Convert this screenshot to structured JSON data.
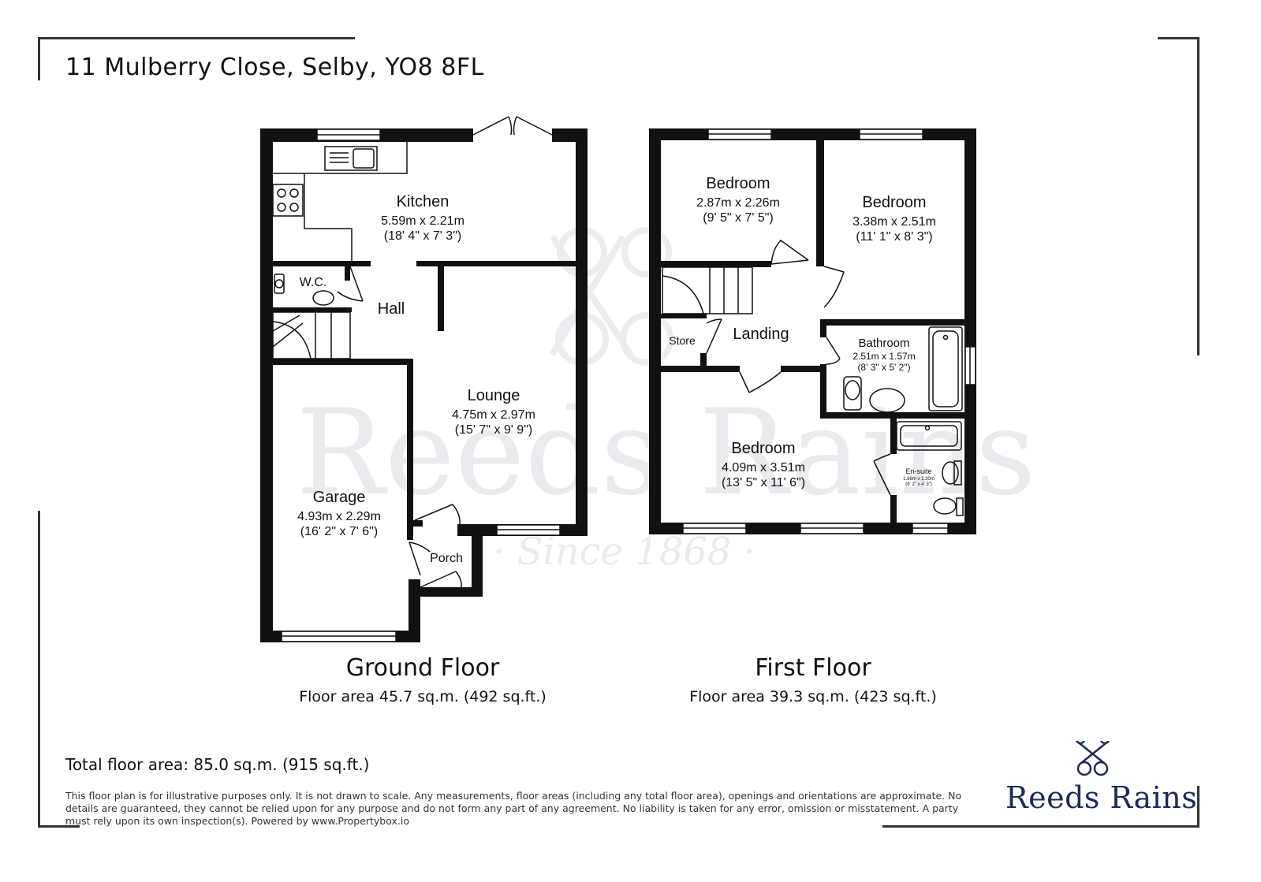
{
  "address": "11 Mulberry Close, Selby, YO8 8FL",
  "watermark": {
    "brand": "Reeds Rains",
    "since": "· Since 1868 ·"
  },
  "ground_floor": {
    "title": "Ground Floor",
    "area": "Floor area 45.7 sq.m. (492 sq.ft.)",
    "rooms": {
      "kitchen": {
        "name": "Kitchen",
        "metric": "5.59m x 2.21m",
        "imperial": "(18' 4\" x 7' 3\")"
      },
      "wc": {
        "name": "W.C."
      },
      "hall": {
        "name": "Hall"
      },
      "lounge": {
        "name": "Lounge",
        "metric": "4.75m x 2.97m",
        "imperial": "(15' 7\" x 9' 9\")"
      },
      "garage": {
        "name": "Garage",
        "metric": "4.93m x 2.29m",
        "imperial": "(16' 2\" x 7' 6\")"
      },
      "porch": {
        "name": "Porch"
      }
    }
  },
  "first_floor": {
    "title": "First Floor",
    "area": "Floor area 39.3 sq.m. (423 sq.ft.)",
    "rooms": {
      "bedroom1": {
        "name": "Bedroom",
        "metric": "2.87m x 2.26m",
        "imperial": "(9' 5\" x 7' 5\")"
      },
      "bedroom2": {
        "name": "Bedroom",
        "metric": "3.38m x 2.51m",
        "imperial": "(11' 1\" x 8' 3\")"
      },
      "store": {
        "name": "Store"
      },
      "landing": {
        "name": "Landing"
      },
      "bathroom": {
        "name": "Bathroom",
        "metric": "2.51m x 1.57m",
        "imperial": "(8' 3\" x 5' 2\")"
      },
      "bedroom3": {
        "name": "Bedroom",
        "metric": "4.09m x 3.51m",
        "imperial": "(13' 5\" x 11' 6\")"
      },
      "ensuite": {
        "name": "En-suite",
        "metric": "1.88m x 1.30m",
        "imperial": "(6' 2\" x 4' 3\")"
      }
    }
  },
  "total_area": "Total floor area: 85.0 sq.m. (915 sq.ft.)",
  "disclaimer": "This floor plan is for illustrative purposes only. It is not drawn to scale. Any measurements, floor areas (including any total floor area), openings and orientations are approximate. No details are guaranteed, they cannot be relied upon for any purpose and do not form any part of any agreement. No liability is taken for any error, omission or misstatement. A party must rely upon its own inspection(s). Powered by www.Propertybox.io",
  "logo": {
    "text": "Reeds Rains",
    "icon": "crossed-keys-icon",
    "color": "#1e2a5a"
  }
}
